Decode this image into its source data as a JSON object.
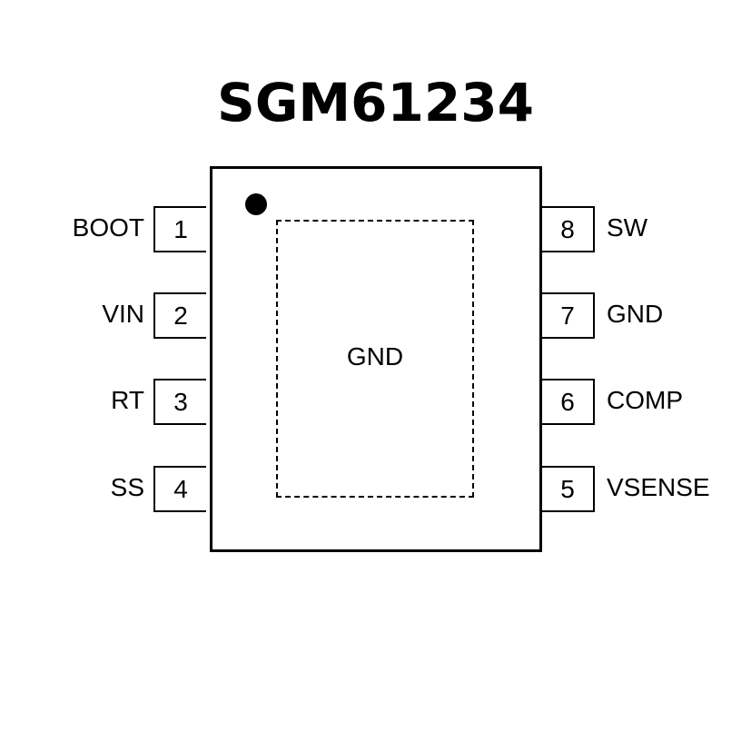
{
  "title": "SGM61234",
  "exposed_pad": {
    "label": "GND"
  },
  "pins_left": [
    {
      "number": "1",
      "name": "BOOT"
    },
    {
      "number": "2",
      "name": "VIN"
    },
    {
      "number": "3",
      "name": "RT"
    },
    {
      "number": "4",
      "name": "SS"
    }
  ],
  "pins_right": [
    {
      "number": "8",
      "name": "SW"
    },
    {
      "number": "7",
      "name": "GND"
    },
    {
      "number": "6",
      "name": "COMP"
    },
    {
      "number": "5",
      "name": "VSENSE"
    }
  ]
}
